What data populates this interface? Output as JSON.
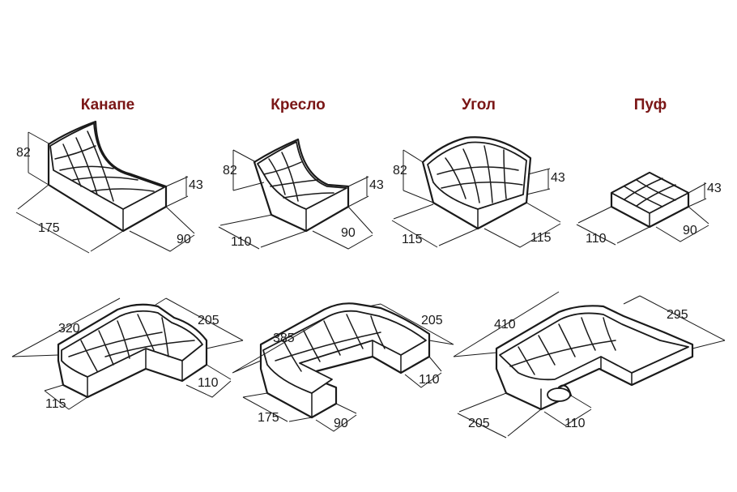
{
  "colors": {
    "title": "#7a1616",
    "line": "#1a1a1a"
  },
  "modules": [
    {
      "name": "Канапе",
      "height": "82",
      "seat": "43",
      "length": "175",
      "depth": "90"
    },
    {
      "name": "Кресло",
      "height": "82",
      "seat": "43",
      "length": "110",
      "depth": "90"
    },
    {
      "name": "Угол",
      "height": "82",
      "seat": "43",
      "length": "115",
      "depth": "115"
    },
    {
      "name": "Пуф",
      "seat": "43",
      "length": "110",
      "depth": "90"
    }
  ],
  "sets": [
    {
      "a": "320",
      "b": "205",
      "c": "115",
      "d": "110"
    },
    {
      "a": "385",
      "b": "205",
      "c": "175",
      "d": "90",
      "e": "110"
    },
    {
      "a": "410",
      "b": "295",
      "c": "205",
      "d": "110"
    }
  ]
}
